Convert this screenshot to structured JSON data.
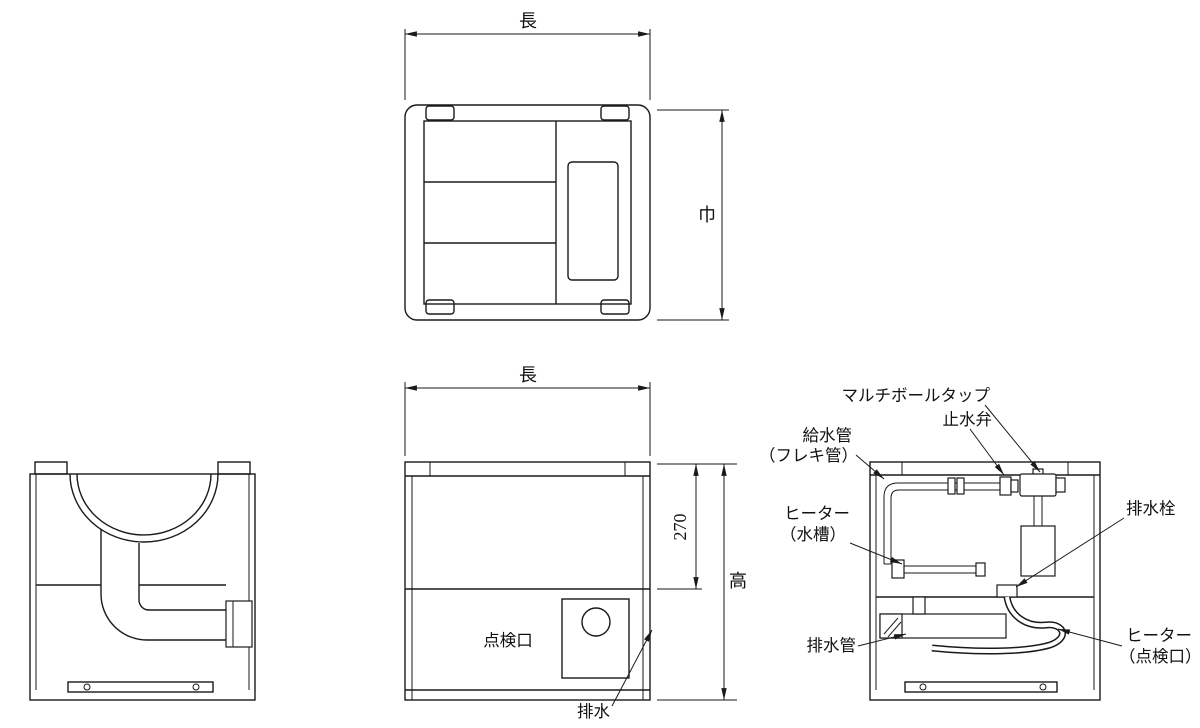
{
  "colors": {
    "line": "#1a1a1a",
    "background": "#ffffff"
  },
  "views": {
    "top": {
      "dim_length": "長",
      "dim_width": "巾"
    },
    "front": {
      "dim_length": "長",
      "dim_depth": "270",
      "dim_height": "高",
      "inspection_port_label": "点検口",
      "drain_label": "排水"
    },
    "right": {
      "multi_ball_tap": "マルチボールタップ",
      "stop_valve": "止水弁",
      "supply_pipe": "給水管",
      "supply_pipe_sub": "（フレキ管）",
      "heater_tank": "ヒーター",
      "heater_tank_sub": "（水槽）",
      "drain_plug": "排水栓",
      "drain_pipe": "排水管",
      "heater_port": "ヒーター",
      "heater_port_sub": "（点検口）"
    }
  }
}
